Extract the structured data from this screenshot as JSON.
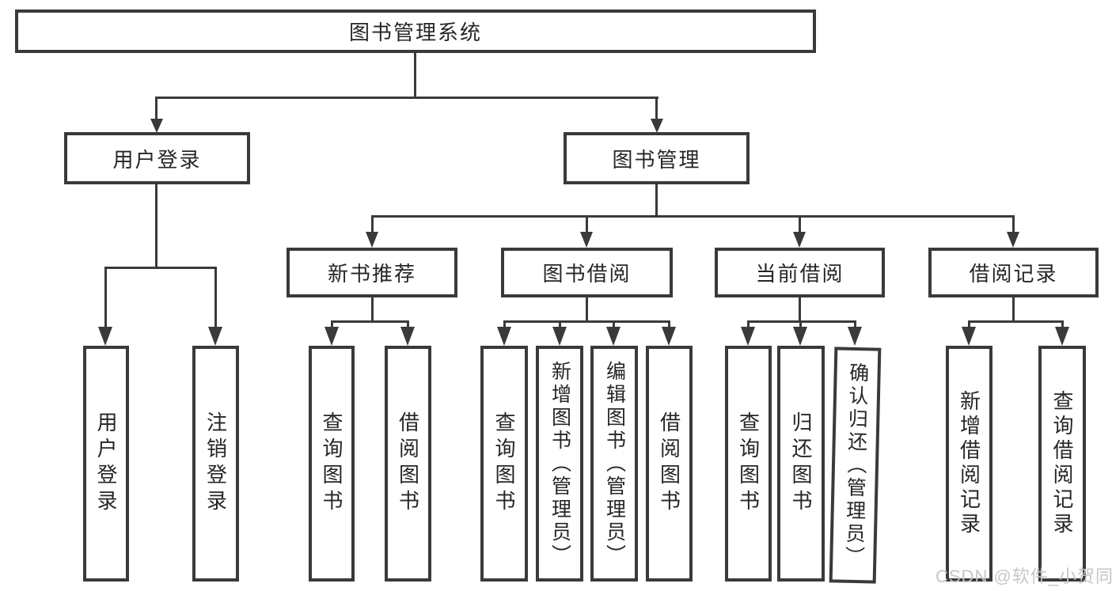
{
  "nodes": {
    "root": {
      "label": "图书管理系统"
    },
    "level2": [
      {
        "label": "用户登录"
      },
      {
        "label": "图书管理"
      }
    ],
    "level3": [
      {
        "label": "新书推荐"
      },
      {
        "label": "图书借阅"
      },
      {
        "label": "当前借阅"
      },
      {
        "label": "借阅记录"
      }
    ],
    "leaves": [
      {
        "label": "用户登录"
      },
      {
        "label": "注销登录"
      },
      {
        "label": "查询图书"
      },
      {
        "label": "借阅图书"
      },
      {
        "label": "查询图书"
      },
      {
        "label": "新增图书（管理员）"
      },
      {
        "label": "编辑图书（管理员）"
      },
      {
        "label": "借阅图书"
      },
      {
        "label": "查询图书"
      },
      {
        "label": "归还图书"
      },
      {
        "label": "确认归还（管理员）"
      },
      {
        "label": "新增借阅记录"
      },
      {
        "label": "查询借阅记录"
      }
    ]
  },
  "watermark": {
    "text": "CSDN @软件_小贺同学"
  },
  "colors": {
    "line": "#3a3a3a",
    "text": "#262626",
    "watermark": "#c6c6c6",
    "background": "#ffffff"
  }
}
